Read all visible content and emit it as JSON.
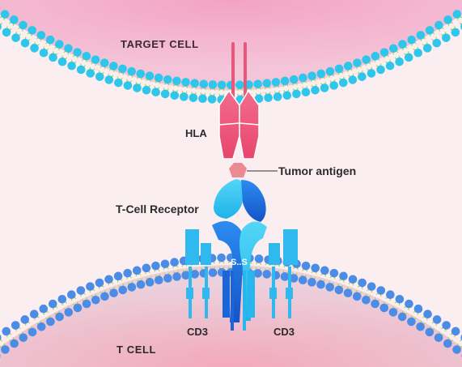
{
  "labels": {
    "target_cell": "TARGET  CELL",
    "hla": "HLA",
    "tumor_antigen": "Tumor antigen",
    "t_cell_receptor": "T-Cell Receptor",
    "disulfide": "S..S",
    "cd3_left": "CD3",
    "cd3_right": "CD3",
    "t_cell": "T  CELL"
  },
  "colors": {
    "background": "#fbeef1",
    "target_cell_fill": "#f5aecb",
    "t_cell_fill": "#f3b6c6",
    "membrane_head_top": "#2ec6ea",
    "membrane_head_bottom": "#4b8ce6",
    "membrane_tail": "#b7d43a",
    "hla": "#ee5b7c",
    "tumor_antigen": "#e98a93",
    "tcr_light": "#33c9f2",
    "tcr_dark": "#1c6fe0",
    "cd3": "#2fb8ec"
  }
}
